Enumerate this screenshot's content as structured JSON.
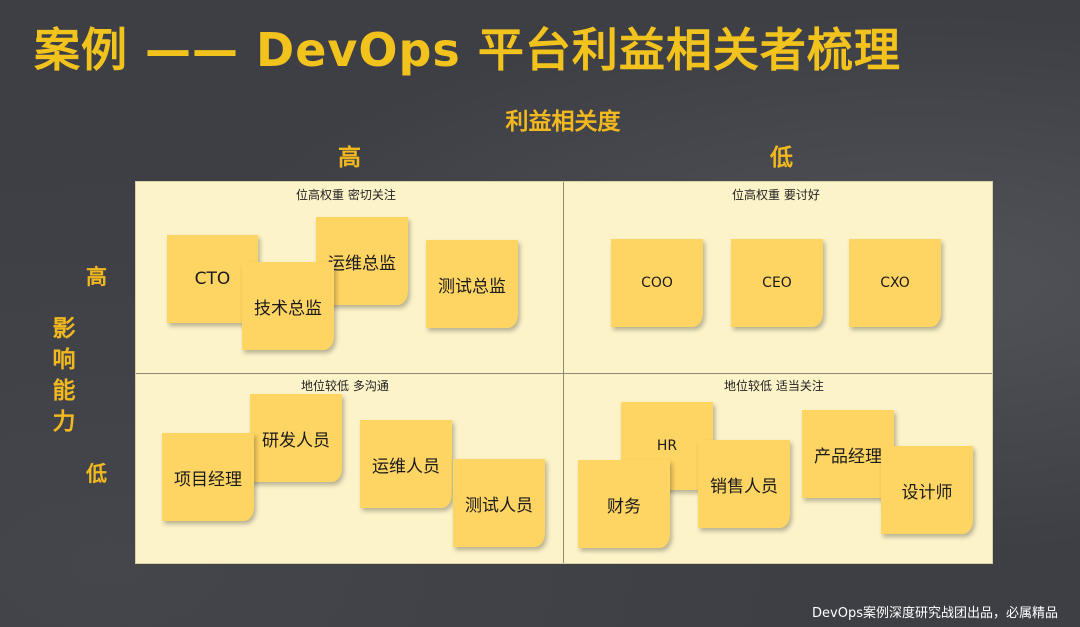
{
  "title": "案例 —— DevOps 平台利益相关者梳理",
  "axes": {
    "interest_title": "利益相关度",
    "interest_high": "高",
    "interest_low": "低",
    "influence_title": [
      "影",
      "响",
      "能",
      "力"
    ],
    "influence_high": "高",
    "influence_low": "低"
  },
  "quadrants": {
    "top_left": {
      "title": "位高权重  密切关注",
      "notes": [
        "CTO",
        "技术总监",
        "运维总监",
        "测试总监"
      ]
    },
    "top_right": {
      "title": "位高权重  要讨好",
      "notes": [
        "COO",
        "CEO",
        "CXO"
      ]
    },
    "bottom_left": {
      "title": "地位较低  多沟通",
      "notes": [
        "项目经理",
        "研发人员",
        "运维人员",
        "测试人员"
      ]
    },
    "bottom_right": {
      "title": "地位较低  适当关注",
      "notes": [
        "HR",
        "财务",
        "销售人员",
        "产品经理",
        "设计师"
      ]
    }
  },
  "colors": {
    "accent": "#f2b81f",
    "note": "#fed563",
    "matrix_bg": "#fcf3c9",
    "background": "#3d3f45"
  },
  "footer": "DevOps案例深度研究战团出品，必属精品"
}
